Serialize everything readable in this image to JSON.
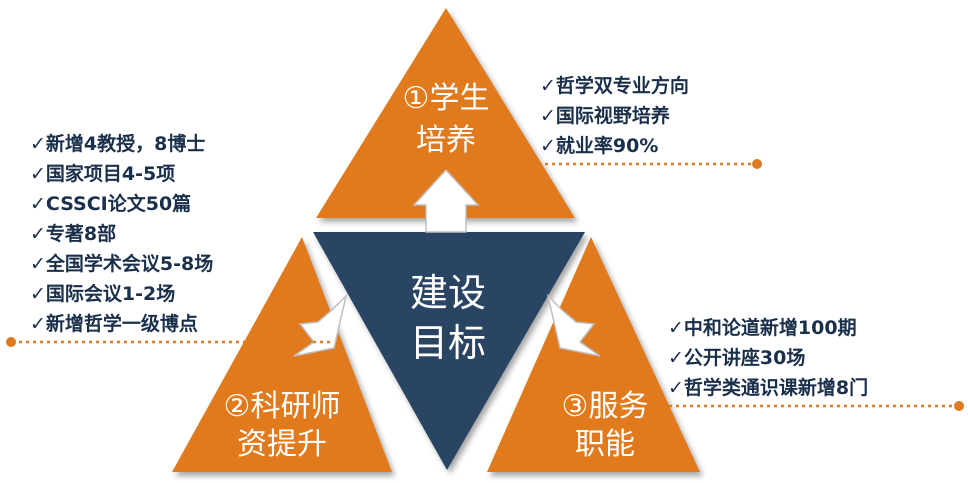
{
  "colors": {
    "orange": "#e07a1f",
    "navy": "#2c4464",
    "text_dark": "#1a2f4a",
    "dotted_line": "#e07a1f"
  },
  "center": {
    "line1": "建设",
    "line2": "目标"
  },
  "goals": {
    "student": {
      "line1": "①学生",
      "line2": "培养",
      "bullets": [
        "✓哲学双专业方向",
        "✓国际视野培养",
        "✓就业率90%"
      ]
    },
    "research": {
      "line1": "②科研师",
      "line2": "资提升",
      "bullets": [
        "✓新增4教授，8博士",
        "✓国家项目4-5项",
        "✓CSSCI论文50篇",
        "✓专著8部",
        "✓全国学术会议5-8场",
        "✓国际会议1-2场",
        "✓新增哲学一级博点"
      ]
    },
    "service": {
      "line1": "③服务",
      "line2": "职能",
      "bullets": [
        "✓中和论道新增100期",
        "✓公开讲座30场",
        "✓哲学类通识课新增8门"
      ]
    }
  }
}
